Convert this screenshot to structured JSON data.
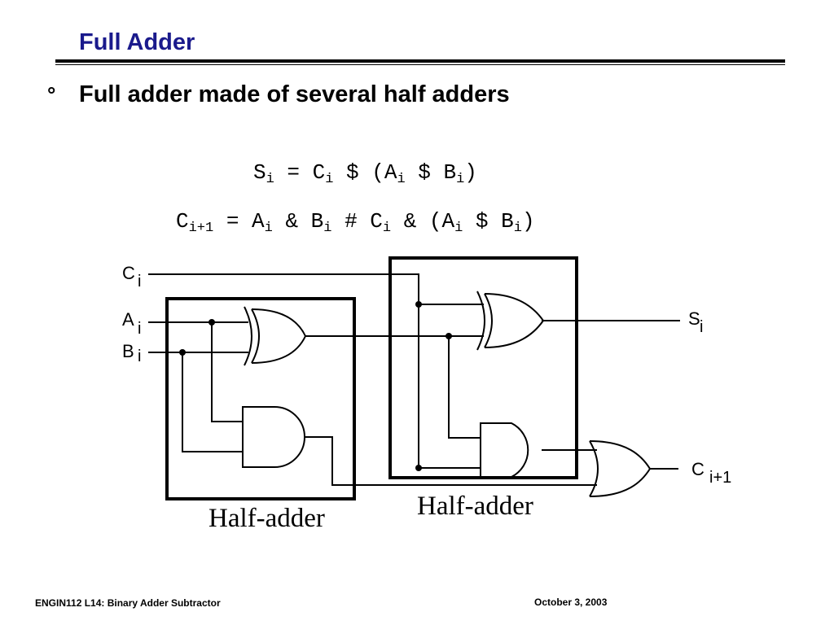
{
  "slide": {
    "title": "Full Adder",
    "bullet_symbol": "°",
    "bullet_text": "Full adder made of several half adders"
  },
  "equations": {
    "sum": {
      "lhs": "S",
      "lhs_sub": "i",
      "op1": " = ",
      "t1": "C",
      "t1_sub": "i",
      "op2": " $ (",
      "t2": "A",
      "t2_sub": "i",
      "op3": " $ ",
      "t3": "B",
      "t3_sub": "i",
      "close": ")"
    },
    "carry": {
      "lhs": "C",
      "lhs_sub": "i+1",
      "op1": " = ",
      "t1": "A",
      "t1_sub": "i",
      "op2": " & ",
      "t2": "B",
      "t2_sub": "i",
      "op3": " # ",
      "t3": "C",
      "t3_sub": "i",
      "op4": " & (",
      "t4": "A",
      "t4_sub": "i",
      "op5": " $ ",
      "t5": "B",
      "t5_sub": "i",
      "close": ")"
    }
  },
  "circuit": {
    "input_ci": "C",
    "input_ci_sub": "i",
    "input_ai": "A",
    "input_ai_sub": "i",
    "input_bi": "B",
    "input_bi_sub": "i",
    "output_si": "S",
    "output_si_sub": "i",
    "output_ci1": "C",
    "output_ci1_sub": "i+1",
    "half_adder_1_label": "Half-adder",
    "half_adder_2_label": "Half-adder"
  },
  "footer": {
    "course": "ENGIN112  L14: Binary Adder Subtractor",
    "date": "October 3, 2003"
  }
}
